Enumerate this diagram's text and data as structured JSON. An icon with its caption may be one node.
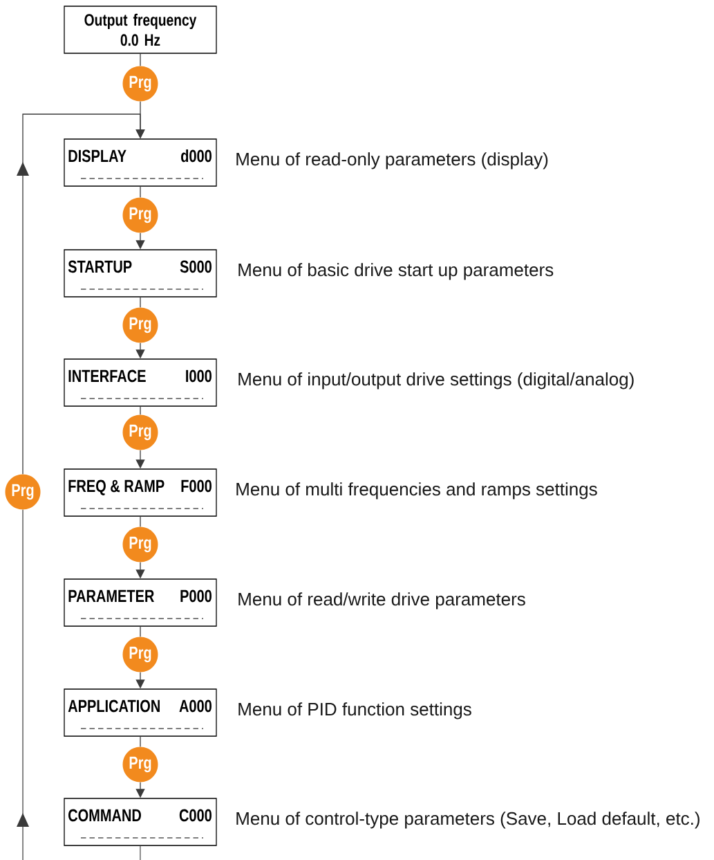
{
  "diagram": {
    "nodes": [
      {
        "text": [
          "Output frequency 0.0 Hz"
        ]
      },
      {
        "text": [
          "Prg"
        ]
      },
      {
        "text": [
          "DISPLAY",
          "d000"
        ],
        "beside": [
          "Menu of read-only parameters (display)"
        ]
      },
      {
        "text": [
          "Prg"
        ]
      },
      {
        "text": [
          "STARTUP",
          "S000"
        ],
        "beside": [
          "Menu of basic drive start up parameters"
        ]
      },
      {
        "text": [
          "Prg"
        ]
      },
      {
        "text": [
          "INTERFACE",
          "I000"
        ],
        "beside": [
          "Menu of input/output drive settings (digital/analog)"
        ]
      },
      {
        "text": [
          "Prg"
        ]
      },
      {
        "text": [
          "FREQ & RAMP",
          "F000"
        ],
        "beside": [
          "Menu of multi frequencies and ramps settings"
        ]
      },
      {
        "text": [
          "Prg"
        ]
      },
      {
        "text": [
          "PARAMETER",
          "P000"
        ],
        "beside": [
          "Menu of read/write drive parameters"
        ]
      },
      {
        "text": [
          "Prg"
        ]
      },
      {
        "text": [
          "APPLICATION",
          "A000"
        ],
        "beside": [
          "Menu of PID function settings"
        ]
      },
      {
        "text": [
          "Prg"
        ]
      },
      {
        "text": [
          "COMMAND",
          "C000"
        ],
        "beside": [
          "Menu of control-type parameters (Save, Load default, etc.)"
        ]
      },
      {
        "text": [
          "Prg"
        ]
      }
    ],
    "edges": [
      {
        "from": 0,
        "to": 1,
        "arrow": "none"
      },
      {
        "from": 1,
        "to": 2,
        "arrow": "to"
      },
      {
        "from": 2,
        "to": 3,
        "arrow": "none"
      },
      {
        "from": 3,
        "to": 4,
        "arrow": "to"
      },
      {
        "from": 4,
        "to": 5,
        "arrow": "none"
      },
      {
        "from": 5,
        "to": 6,
        "arrow": "to"
      },
      {
        "from": 6,
        "to": 7,
        "arrow": "none"
      },
      {
        "from": 7,
        "to": 8,
        "arrow": "to"
      },
      {
        "from": 8,
        "to": 9,
        "arrow": "none"
      },
      {
        "from": 9,
        "to": 10,
        "arrow": "to"
      },
      {
        "from": 10,
        "to": 11,
        "arrow": "none"
      },
      {
        "from": 11,
        "to": 12,
        "arrow": "to"
      },
      {
        "from": 12,
        "to": 13,
        "arrow": "none"
      },
      {
        "from": 13,
        "to": 14,
        "arrow": "to"
      },
      {
        "from": 14,
        "to": 15,
        "arrow": "to"
      },
      {
        "from": 15,
        "to": 2,
        "arrow": "to"
      }
    ]
  }
}
